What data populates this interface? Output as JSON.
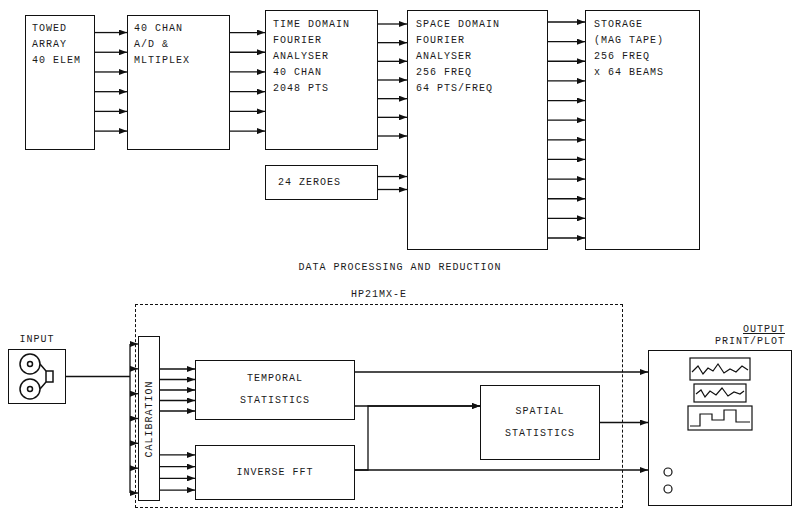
{
  "diagram": {
    "nodes": [
      {
        "text": [
          "TOWED ARRAY",
          "40 ELEM"
        ]
      },
      {
        "text": [
          "40 CHAN",
          "A/D & MLTIPLEX"
        ]
      },
      {
        "text": [
          "TIME DOMAIN FOURIER ANALYSER",
          "40 CHAN",
          "2048 PTS"
        ]
      },
      {
        "text": [
          "24 ZEROES"
        ]
      },
      {
        "text": [
          "SPACE DOMAIN FOURIER ANALYSER",
          "256 FREQ",
          "64 PTS/FREQ"
        ]
      },
      {
        "text": [
          "STORAGE (MAG TAPE)",
          "256 FREQ",
          "x 64 BEAMS"
        ]
      },
      {
        "text": [
          "INPUT"
        ]
      },
      {
        "text": [
          "HP21MX-E"
        ]
      },
      {
        "text": [
          "CALIBRATION"
        ],
        "in": 7
      },
      {
        "text": [
          "TEMPORAL STATISTICS"
        ],
        "in": 7
      },
      {
        "text": [
          "INVERSE FFT"
        ],
        "in": 7
      },
      {
        "text": [
          "SPATIAL STATISTICS"
        ],
        "in": 7
      },
      {
        "text": [
          "OUTPUT",
          "PRINT/PLOT"
        ]
      }
    ],
    "edges": [
      {
        "from": 0,
        "to": 1,
        "arrow": "to"
      },
      {
        "from": 1,
        "to": 2,
        "arrow": "to"
      },
      {
        "from": 2,
        "to": 4,
        "arrow": "to"
      },
      {
        "from": 3,
        "to": 4,
        "arrow": "to"
      },
      {
        "from": 4,
        "to": 5,
        "arrow": "to"
      },
      {
        "from": 6,
        "to": 8,
        "arrow": "to"
      },
      {
        "from": 8,
        "to": 9,
        "arrow": "to"
      },
      {
        "from": 8,
        "to": 10,
        "arrow": "to"
      },
      {
        "from": 9,
        "to": 11,
        "arrow": "to"
      },
      {
        "from": 10,
        "to": 11,
        "arrow": "to"
      },
      {
        "from": 9,
        "to": 12,
        "arrow": "to"
      },
      {
        "from": 11,
        "to": 12,
        "arrow": "to"
      },
      {
        "from": 10,
        "to": 12,
        "arrow": "to"
      }
    ],
    "labels": [
      "DATA PROCESSING AND REDUCTION"
    ]
  }
}
